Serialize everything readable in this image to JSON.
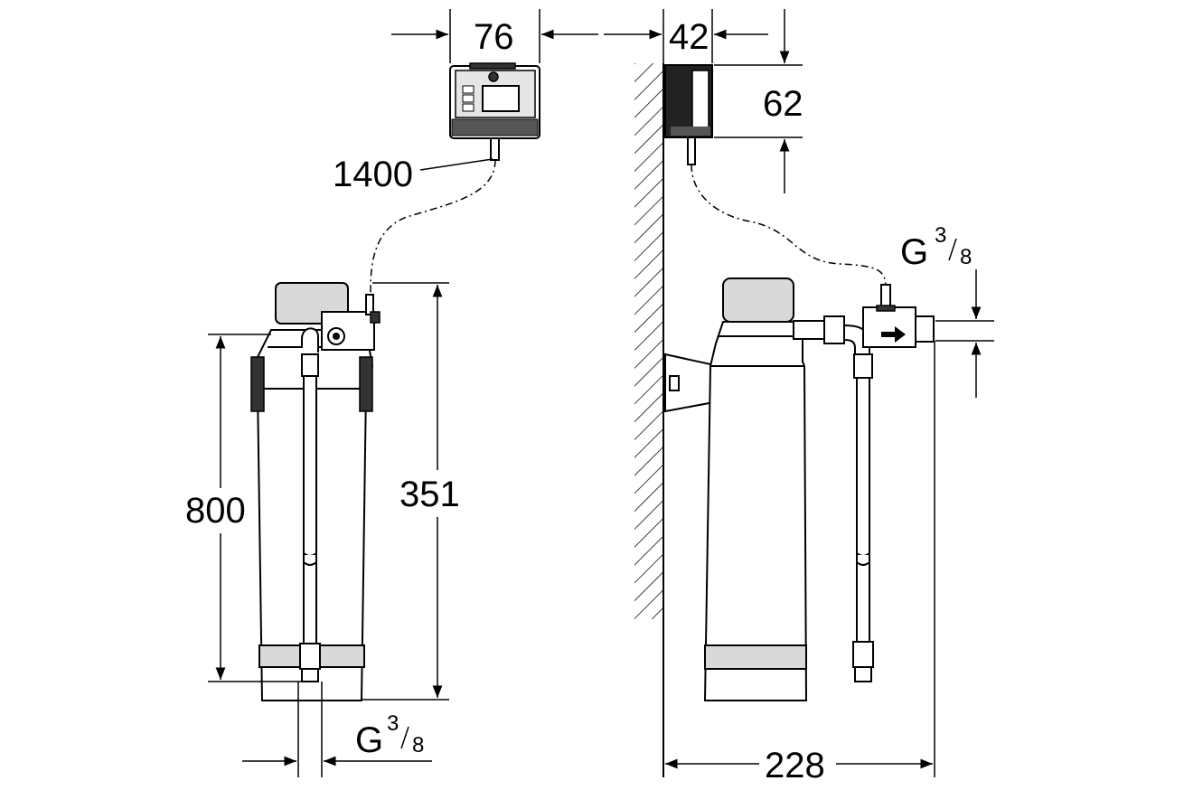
{
  "dimensions": {
    "controller_width": "76",
    "controller_depth": "42",
    "controller_height": "62",
    "cable_length": "1400",
    "total_height": "800",
    "filter_height": "351",
    "wall_to_outlet": "228",
    "thread_outlet": {
      "main": "G",
      "num": "3",
      "den": "8"
    },
    "thread_inlet": {
      "main": "G",
      "num": "3",
      "den": "8"
    }
  }
}
